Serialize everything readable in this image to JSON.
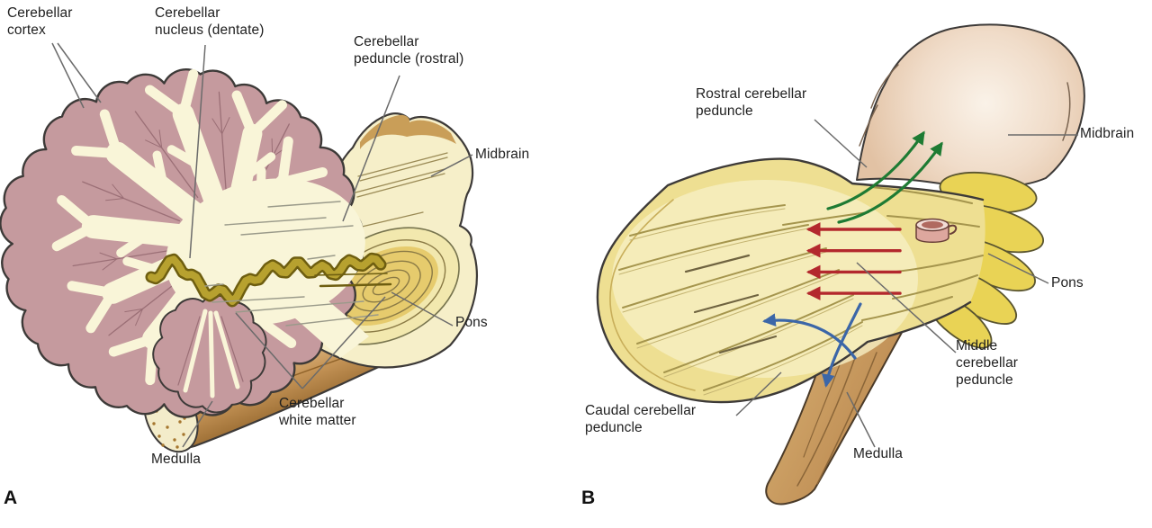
{
  "figure_title": "Cerebellum: sagittal section and cerebellar peduncles",
  "palette": {
    "background": "#ffffff",
    "label": "#1f1f1f",
    "leader": "#6b6b6b",
    "outline": "#3d3a38",
    "cortex_pink": "#c59a9e",
    "folia_vein": "#9b6f76",
    "white_matter": "#f9f5d8",
    "dentate_fill": "#b7a12f",
    "dentate_outline": "#6e5e10",
    "brainstem_cream": "#f6efc9",
    "brainstem_tan": "#c99e58",
    "pons_fill": "#f2e8ae",
    "pons_core": "#e6cb6d",
    "pons_fiber": "#8a7a45",
    "medulla_light": "#e7c490",
    "medulla_mid": "#c49356",
    "medulla_dark": "#8f6229",
    "cut_face": "#f3ecca",
    "cut_dot": "#a5762e",
    "cereb_b_fill": "#eedf92",
    "cereb_b_inner": "#f6efc3",
    "streak_olive": "#a5954d",
    "streak_light": "#c4b472",
    "streak_dark": "#6f6340",
    "midbrain_hi": "#faf2e8",
    "midbrain_tan": "#e2c2a4",
    "pons_b_fill": "#e9d355",
    "medulla_b_light": "#cfa468",
    "medulla_b_dark": "#a87644",
    "cylinder_pink": "#dda79e",
    "cylinder_top": "#f2dcd6",
    "cylinder_hole": "#b06a60",
    "cylinder_line": "#693f38"
  },
  "panel_a": {
    "letter": "A",
    "labels": [
      {
        "id": "cerebellar-cortex",
        "lines": [
          "Cerebellar",
          "cortex"
        ]
      },
      {
        "id": "cerebellar-nucleus-dentate",
        "lines": [
          "Cerebellar",
          "nucleus (dentate)"
        ]
      },
      {
        "id": "cerebellar-peduncle-rostral",
        "lines": [
          "Cerebellar",
          "peduncle (rostral)"
        ]
      },
      {
        "id": "midbrain",
        "lines": [
          "Midbrain"
        ]
      },
      {
        "id": "pons",
        "lines": [
          "Pons"
        ]
      },
      {
        "id": "cerebellar-white-matter",
        "lines": [
          "Cerebellar",
          "white matter"
        ]
      },
      {
        "id": "medulla",
        "lines": [
          "Medulla"
        ]
      }
    ]
  },
  "panel_b": {
    "letter": "B",
    "labels": [
      {
        "id": "rostral-cerebellar-peduncle",
        "lines": [
          "Rostral cerebellar",
          "peduncle"
        ]
      },
      {
        "id": "midbrain",
        "lines": [
          "Midbrain"
        ]
      },
      {
        "id": "pons",
        "lines": [
          "Pons"
        ]
      },
      {
        "id": "middle-cerebellar-peduncle",
        "lines": [
          "Middle",
          "cerebellar",
          "peduncle"
        ]
      },
      {
        "id": "caudal-cerebellar-peduncle",
        "lines": [
          "Caudal cerebellar",
          "peduncle"
        ]
      },
      {
        "id": "medulla",
        "lines": [
          "Medulla"
        ]
      }
    ],
    "arrow_groups": [
      {
        "name": "rostral-peduncle-arrows",
        "color": "#1e7b33",
        "count": 2
      },
      {
        "name": "middle-peduncle-arrows",
        "color": "#b3282d",
        "count": 4
      },
      {
        "name": "caudal-peduncle-arrows",
        "color": "#3b66a8",
        "count": 2
      }
    ]
  }
}
